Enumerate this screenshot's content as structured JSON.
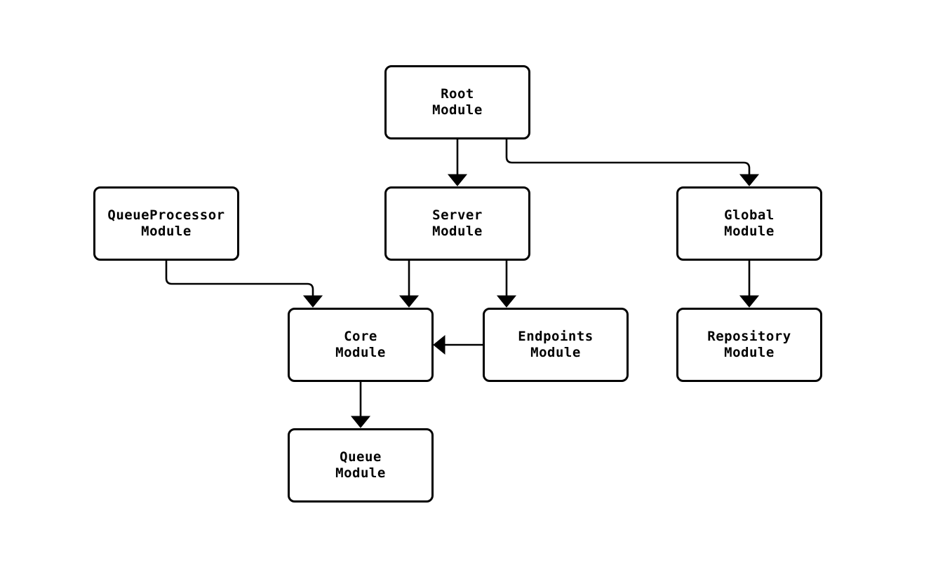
{
  "diagram": {
    "type": "flowchart",
    "background_color": "#ffffff",
    "node_fill_color": "#ffffff",
    "line_color": "#000000",
    "text_color": "#000000",
    "nodes": [
      {
        "id": "root-module",
        "line1": "Root",
        "line2": "Module"
      },
      {
        "id": "queueprocessor-module",
        "line1": "QueueProcessor",
        "line2": "Module"
      },
      {
        "id": "server-module",
        "line1": "Server",
        "line2": "Module"
      },
      {
        "id": "global-module",
        "line1": "Global",
        "line2": "Module"
      },
      {
        "id": "core-module",
        "line1": "Core",
        "line2": "Module"
      },
      {
        "id": "endpoints-module",
        "line1": "Endpoints",
        "line2": "Module"
      },
      {
        "id": "repository-module",
        "line1": "Repository",
        "line2": "Module"
      },
      {
        "id": "queue-module",
        "line1": "Queue",
        "line2": "Module"
      }
    ],
    "edges": [
      {
        "from": "Root Module",
        "to": "Server Module"
      },
      {
        "from": "Root Module",
        "to": "Global Module"
      },
      {
        "from": "QueueProcessor Module",
        "to": "Core Module"
      },
      {
        "from": "Server Module",
        "to": "Core Module"
      },
      {
        "from": "Server Module",
        "to": "Endpoints Module"
      },
      {
        "from": "Endpoints Module",
        "to": "Core Module"
      },
      {
        "from": "Global Module",
        "to": "Repository Module"
      },
      {
        "from": "Core Module",
        "to": "Queue Module"
      }
    ]
  }
}
